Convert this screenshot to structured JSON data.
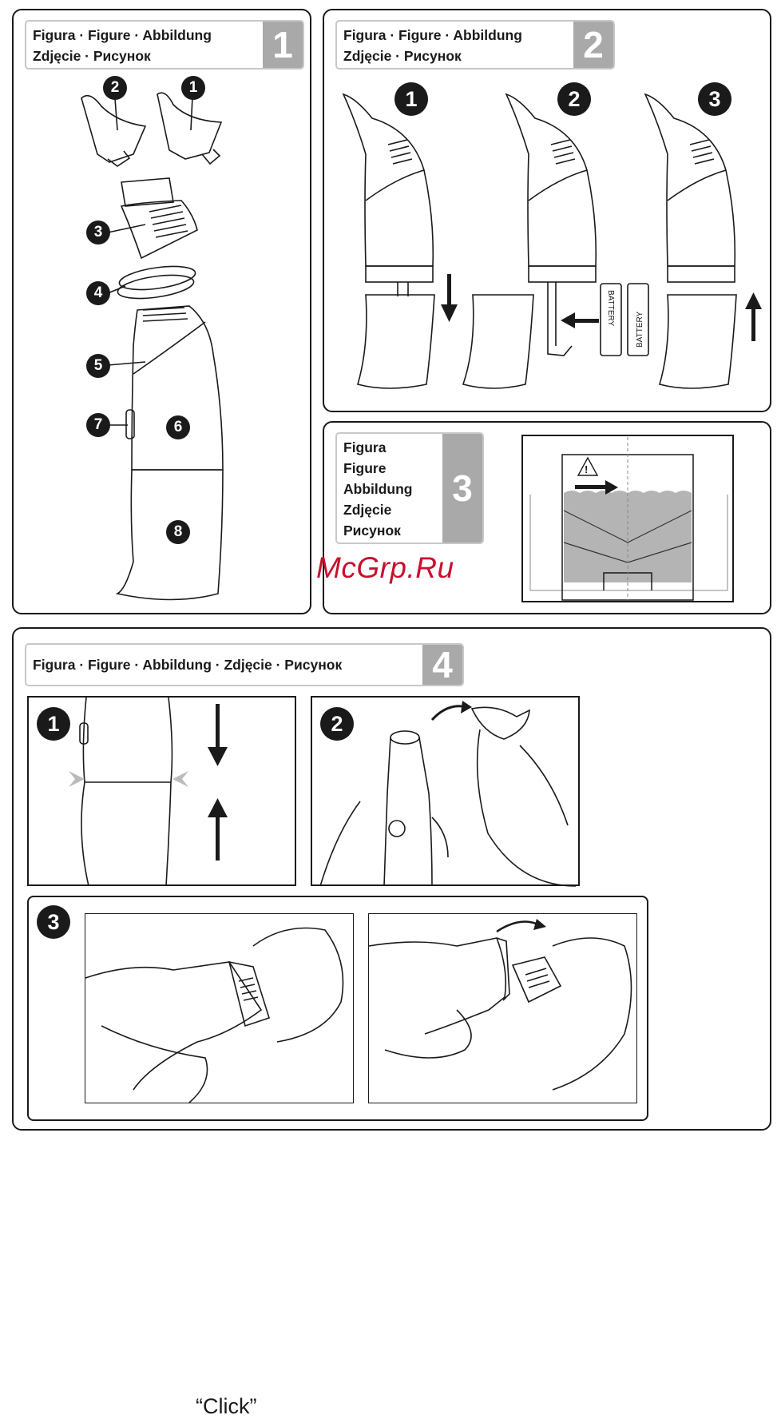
{
  "figures": [
    {
      "header": "Figura · Figure · Abbildung\nZdjęcie · Рисунок",
      "number": "1",
      "callouts": [
        "2",
        "1",
        "3",
        "4",
        "5",
        "7",
        "6",
        "8"
      ]
    },
    {
      "header": "Figura · Figure · Abbildung\nZdjęcie · Рисунок",
      "number": "2",
      "steps": [
        "1",
        "2",
        "3"
      ],
      "battery_label": "BATTERY"
    },
    {
      "header": "Figura\nFigure\nAbbildung\nZdjęcie\nРисунок",
      "number": "3"
    },
    {
      "header": "Figura · Figure · Abbildung · Zdjęcie · Рисунок",
      "number": "4",
      "steps": [
        "1",
        "2",
        "3"
      ],
      "click_label": "“Click”"
    }
  ],
  "watermark": "McGrp.Ru"
}
